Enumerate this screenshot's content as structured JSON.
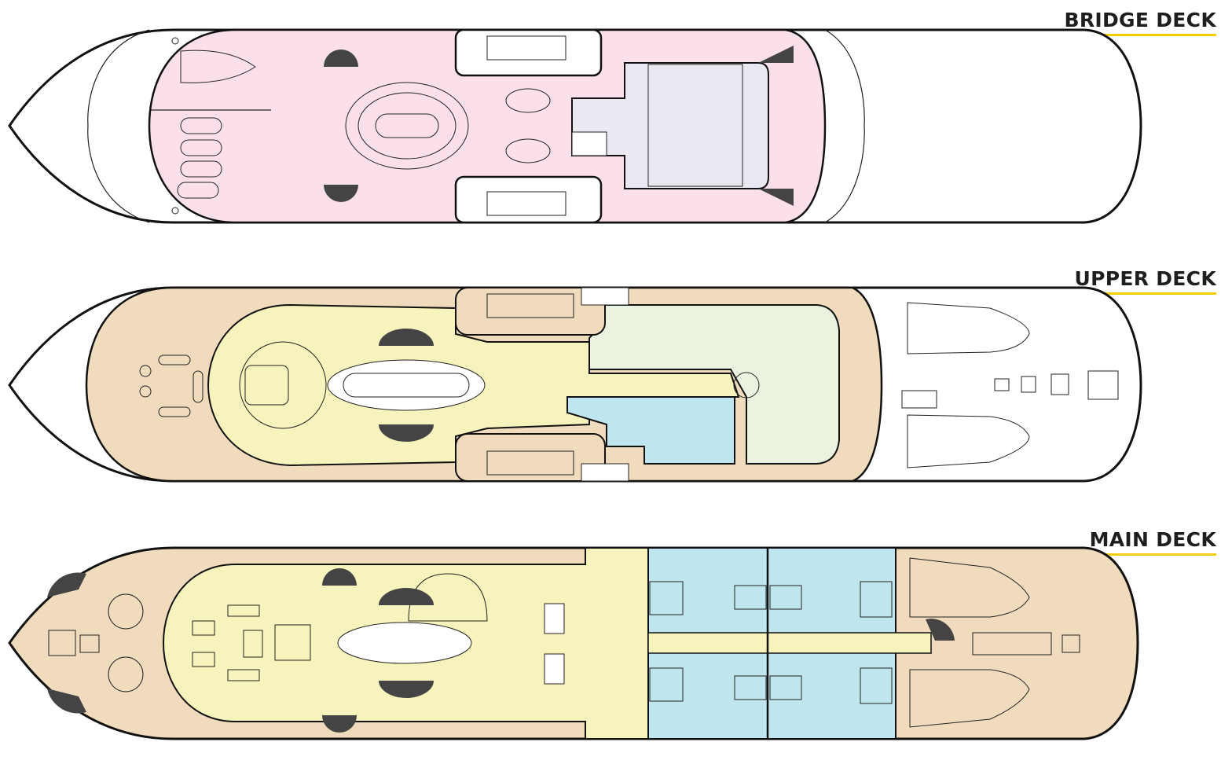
{
  "decks": [
    {
      "title": "BRIDGE DECK"
    },
    {
      "title": "UPPER DECK"
    },
    {
      "title": "MAIN DECK"
    }
  ],
  "colors": {
    "title_underline": "#f5cf00",
    "bridge_zone": "#fbe0ec",
    "bridge_wheelhouse": "#ece8f2",
    "exterior_deck": "#f0dcbc",
    "saloon": "#f6f4bc",
    "owner_suite": "#e9f3e0",
    "cabins": "#bfe5ee"
  }
}
